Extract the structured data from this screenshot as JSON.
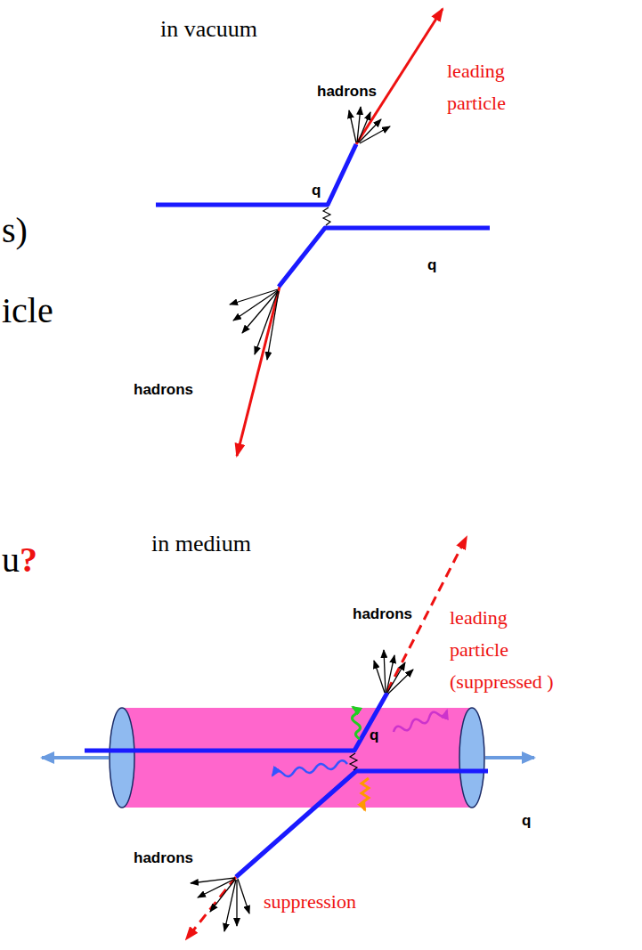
{
  "diagram": {
    "labels": [
      "in vacuum",
      "hadrons",
      "leading particle",
      "s)",
      "q",
      "q",
      "icle",
      "hadrons",
      "in medium",
      "hadrons",
      "leading particle (suppressed )",
      "u",
      "?",
      "q",
      "q",
      "hadrons",
      "suppression"
    ]
  }
}
